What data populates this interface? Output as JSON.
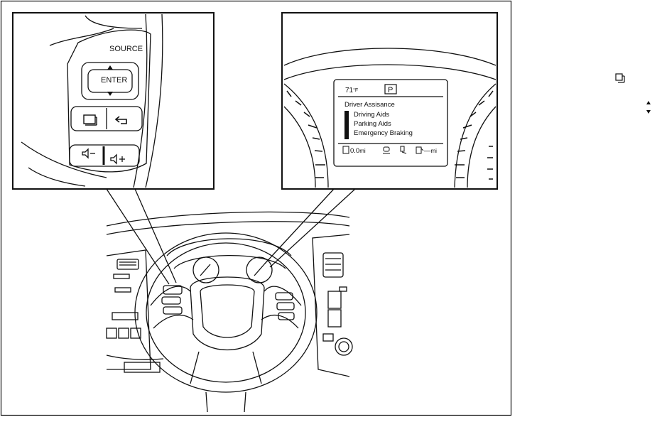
{
  "steering_switch_inset": {
    "source_label": "SOURCE",
    "enter_label": "ENTER",
    "up_arrow_icon": "arrow-up-icon",
    "down_arrow_icon": "arrow-down-icon",
    "menu_icon": "menu-screen-icon",
    "back_icon": "back-arrow-icon",
    "vol_down_icon": "volume-down-icon",
    "vol_up_icon": "volume-up-icon"
  },
  "display_inset": {
    "temperature": "71",
    "temperature_unit": "°F",
    "gear_indicator": "P",
    "menu_title": "Driver Assisance",
    "menu_items": [
      "Driving Aids",
      "Parking Aids",
      "Emergency Braking"
    ],
    "trip_value": "0.0",
    "trip_unit": "mi",
    "range_value": "—",
    "range_unit": "mi"
  },
  "side_legend": {
    "menu_icon": "menu-screen-icon",
    "updown_icon": "updown-arrows-icon"
  },
  "colors": {
    "line": "#111111",
    "background": "#ffffff"
  }
}
